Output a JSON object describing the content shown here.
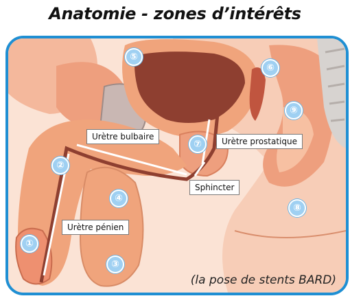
{
  "title": "Anatomie - zones d’intérêts",
  "labels": {
    "bulbar": "Urètre bulbaire",
    "prostatic": "Urètre prostatique",
    "sphincter": "Sphincter",
    "penile": "Urètre pénien"
  },
  "numbers": [
    "①",
    "②",
    "③",
    "④",
    "⑤",
    "⑥",
    "⑦",
    "⑧",
    "⑨"
  ],
  "caption": "(la pose de stents BARD)",
  "colors": {
    "frame": "#1f8fd3",
    "badge": "#9fd0f2",
    "tissue": "#f0a47c",
    "dark_tissue": "#8e3f30"
  }
}
